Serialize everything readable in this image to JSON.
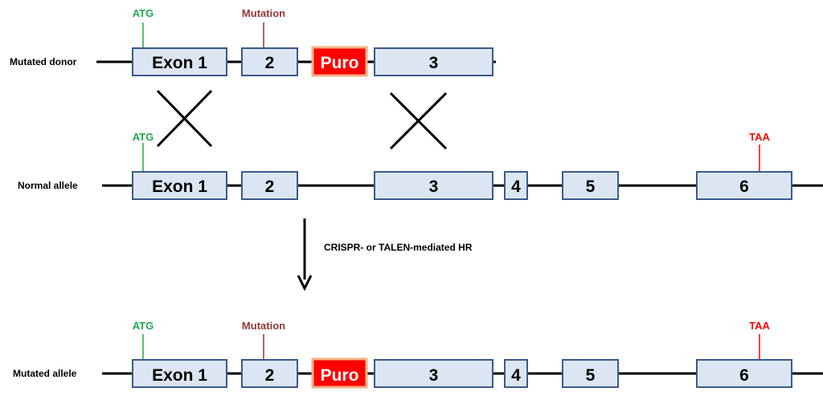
{
  "rows": {
    "donor": {
      "label": "Mutated donor"
    },
    "normal": {
      "label": "Normal allele"
    },
    "mutated": {
      "label": "Mutated allele"
    }
  },
  "markers": {
    "start_codon": "ATG",
    "mutation": "Mutation",
    "stop_codon": "TAA"
  },
  "exons": {
    "e1": "Exon 1",
    "e2": "2",
    "e3": "3",
    "e4": "4",
    "e5": "5",
    "e6": "6"
  },
  "cassette": {
    "label": "Puro"
  },
  "process": {
    "label": "CRISPR- or TALEN-mediated HR"
  },
  "colors": {
    "exon_fill": "#dce6f2",
    "exon_border": "#3b5a8c",
    "puro_fill": "#ff0000",
    "puro_border": "#f4b183",
    "atg": "#22a94f",
    "mutation": "#953735",
    "taa": "#ff0000",
    "line": "#000000"
  }
}
